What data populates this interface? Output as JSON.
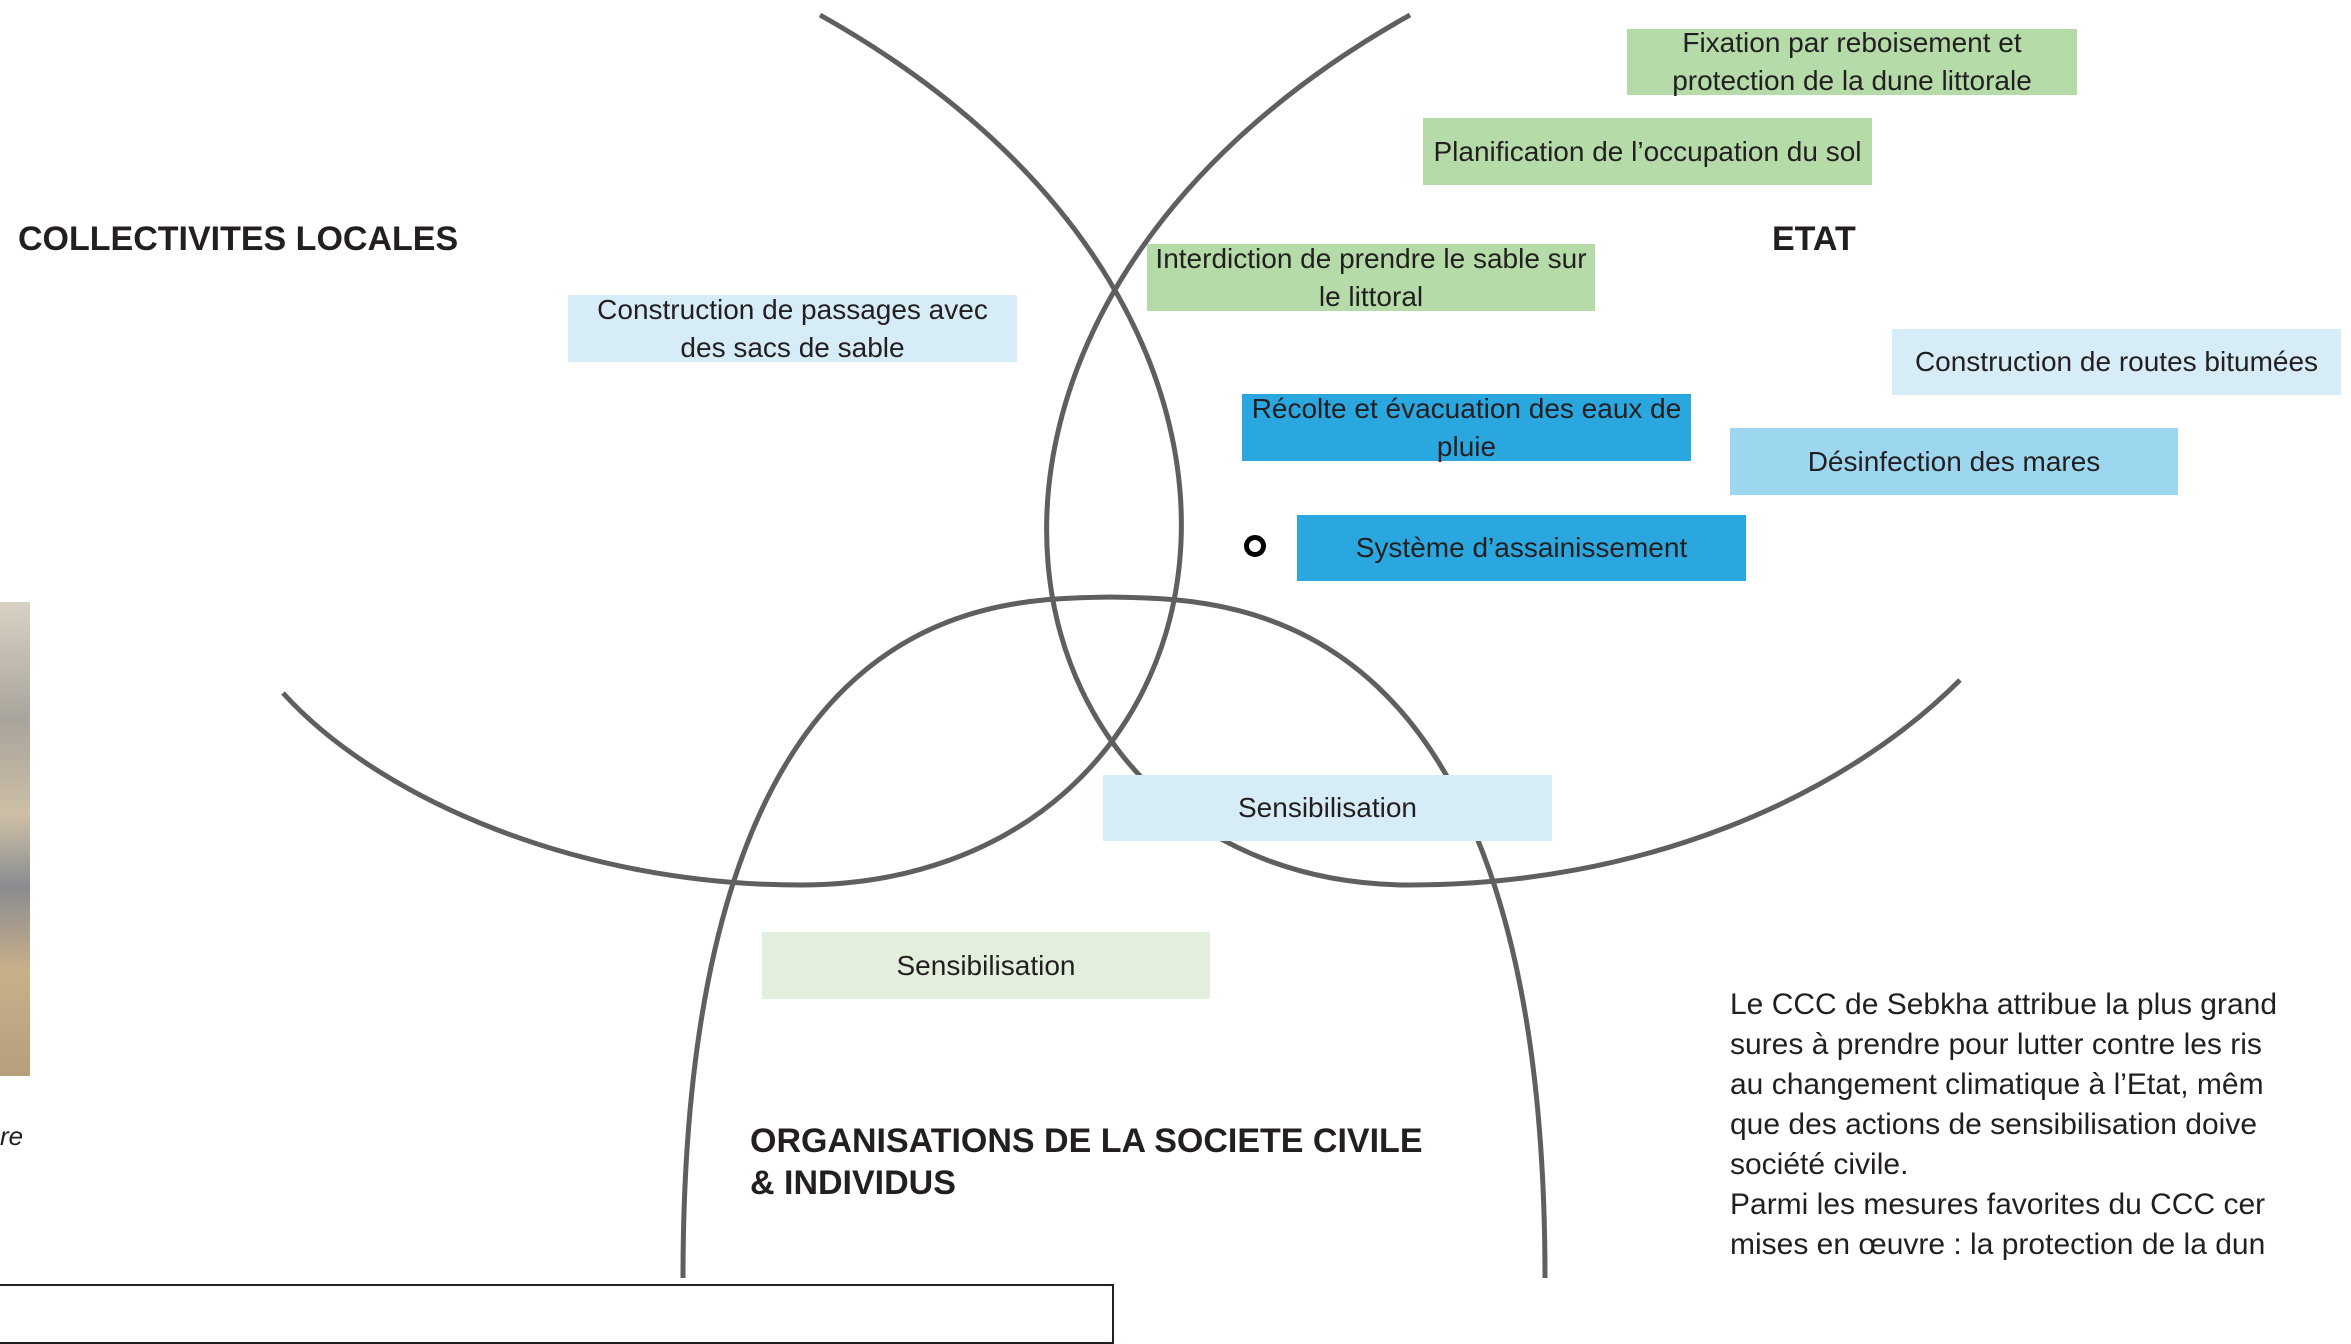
{
  "labels": {
    "collectivites": "COLLECTIVITES LOCALES",
    "etat": "ETAT",
    "osc_line1": "ORGANISATIONS DE LA SOCIETE CIVILE",
    "osc_line2": "& INDIVIDUS"
  },
  "measures": {
    "fixation": "Fixation par reboisement et protection de la dune littorale",
    "planification": "Planification de l’occupation du sol",
    "interdiction": "Interdiction de prendre le sable sur le littoral",
    "passages": "Construction de passages avec des sacs de sable",
    "routes": "Construction de routes bitumées",
    "recolte": "Récolte et évacuation des eaux de pluie",
    "desinfection": "Désinfection des mares",
    "assainissement": "Système d’assainissement",
    "sensibilisation_center": "Sensibilisation",
    "sensibilisation_left": "Sensibilisation"
  },
  "colors": {
    "green": "#b5dba9",
    "light_green": "#e2efdc",
    "light_blue": "#d6ecf7",
    "mid_blue": "#9dd6ef",
    "blue": "#2ba7e0",
    "curve": "#5f5f5f"
  },
  "photo_caption": "re",
  "paragraph": "Le CCC de Sebkha attribue la plus grand\nsures à prendre pour lutter contre les ris\nau changement climatique à l’Etat, mêm\nque des actions de sensibilisation doive\nsociété civile.\nParmi les mesures favorites du CCC cer\nmises en œuvre : la protection de la dun"
}
